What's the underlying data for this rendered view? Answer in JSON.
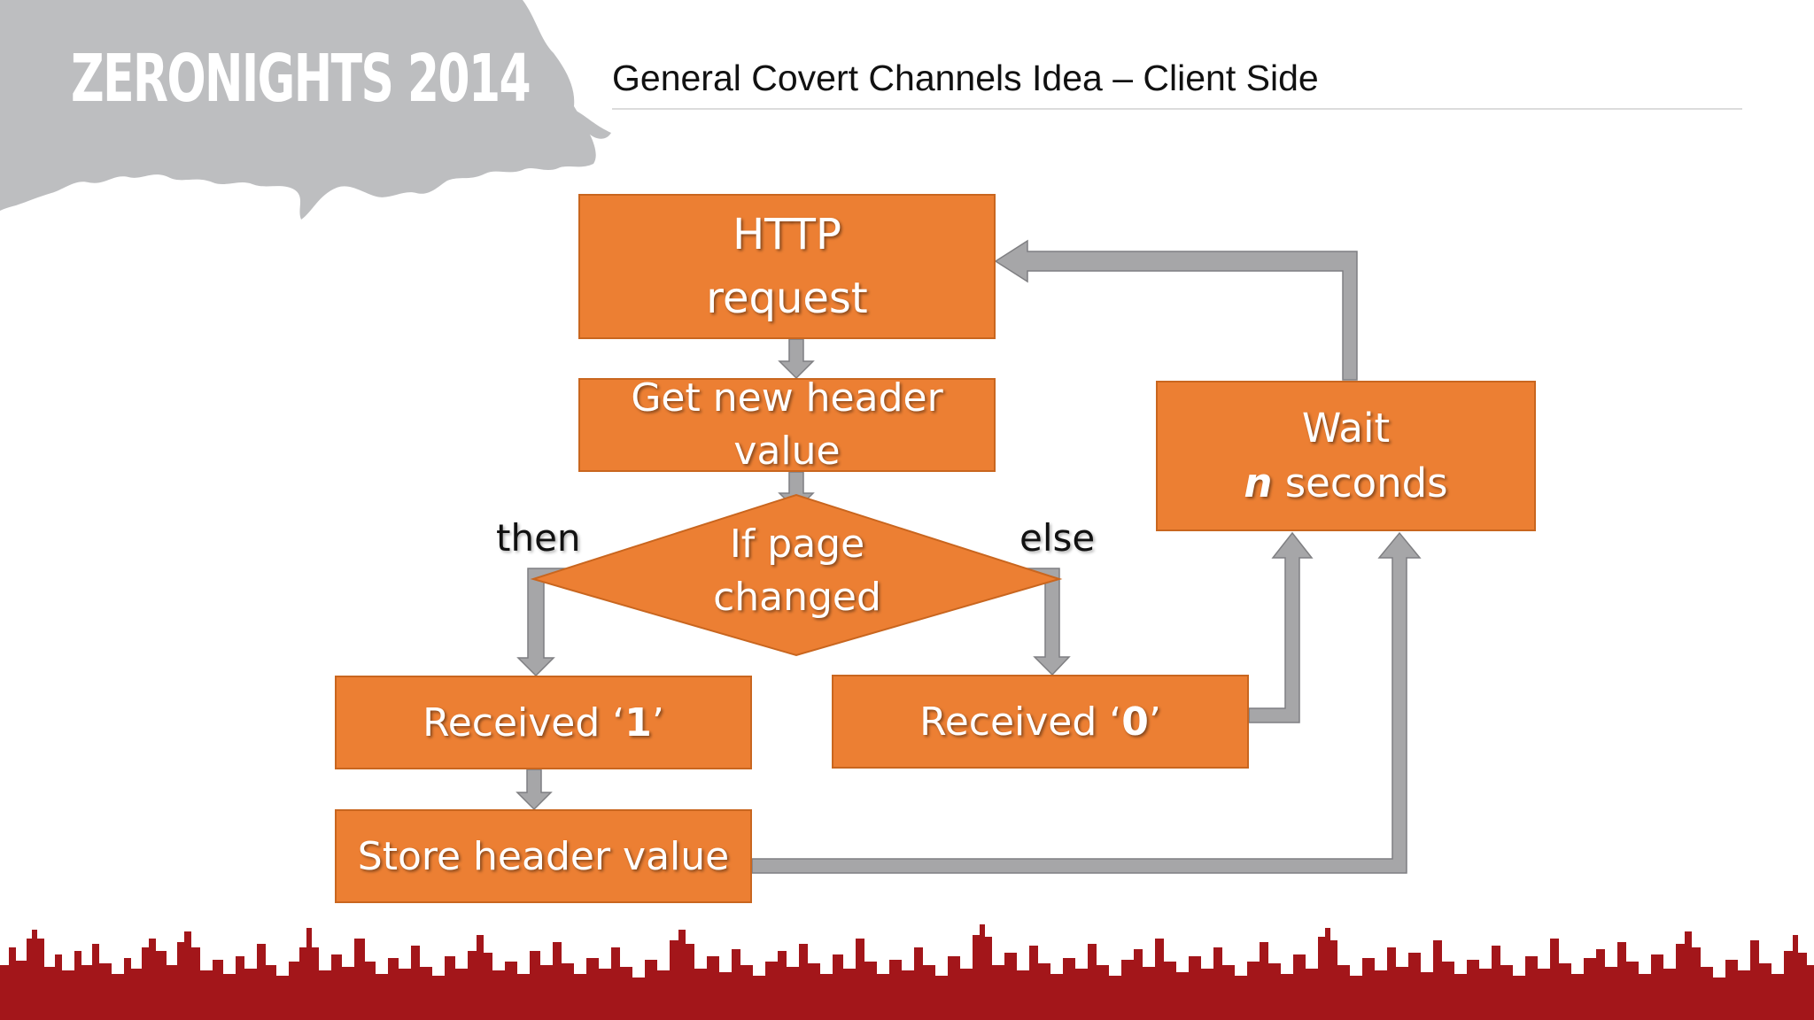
{
  "slide": {
    "logo": "ZERONIGHTS 2014",
    "title": "General Covert Channels Idea – Client Side"
  },
  "flowchart": {
    "http_request": "HTTP\nrequest",
    "get_header": "Get new header\nvalue",
    "decision": "If  page\nchanged",
    "then_label": "then",
    "else_label": "else",
    "received_one_prefix": "Received ‘",
    "received_one_value": "1",
    "received_zero_prefix": "Received ‘",
    "received_zero_value": "0",
    "received_suffix": "’",
    "store_header": "Store header value",
    "wait_label": "Wait",
    "wait_var": "n",
    "wait_unit": " seconds"
  },
  "colors": {
    "box_fill": "#ec7f33",
    "arrow_fill": "#a6a6a8",
    "splat": "#bdbec0",
    "skyline": "#a3161a"
  }
}
